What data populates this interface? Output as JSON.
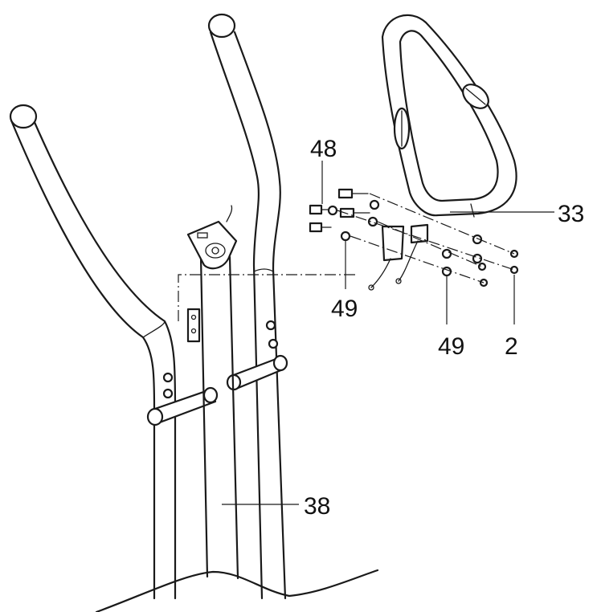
{
  "callouts": {
    "part_48": "48",
    "part_33": "33",
    "part_49_upper": "49",
    "part_49_lower": "49",
    "part_2": "2",
    "part_38": "38"
  },
  "colors": {
    "ink": "#1a1a1a",
    "background": "#ffffff"
  }
}
